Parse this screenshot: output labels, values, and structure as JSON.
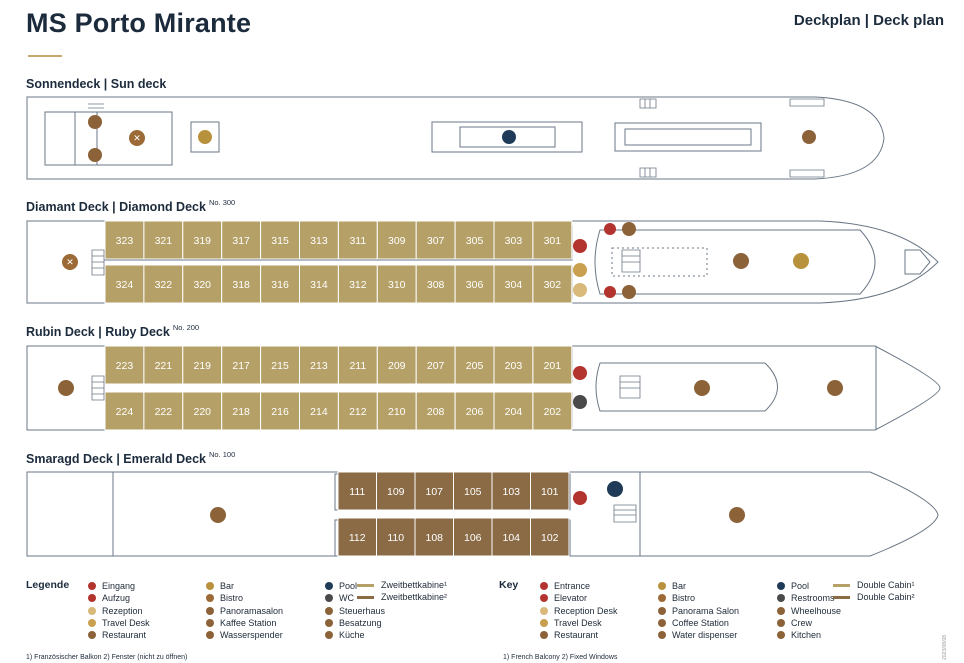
{
  "title": "MS Porto Mirante",
  "plan_label": "Deckplan | Deck plan",
  "decks": {
    "sun": {
      "title": "Sonnendeck | Sun deck",
      "number": ""
    },
    "diamond": {
      "title": "Diamant Deck | Diamond Deck",
      "number": "No. 300",
      "top": [
        "323",
        "321",
        "319",
        "317",
        "315",
        "313",
        "311",
        "309",
        "307",
        "305",
        "303",
        "301"
      ],
      "bottom": [
        "324",
        "322",
        "320",
        "318",
        "316",
        "314",
        "312",
        "310",
        "308",
        "306",
        "304",
        "302"
      ]
    },
    "ruby": {
      "title": "Rubin Deck | Ruby Deck",
      "number": "No. 200",
      "top": [
        "223",
        "221",
        "219",
        "217",
        "215",
        "213",
        "211",
        "209",
        "207",
        "205",
        "203",
        "201"
      ],
      "bottom": [
        "224",
        "222",
        "220",
        "218",
        "216",
        "214",
        "212",
        "210",
        "208",
        "206",
        "204",
        "202"
      ]
    },
    "emerald": {
      "title": "Smaragd Deck | Emerald Deck",
      "number": "No. 100",
      "top": [
        "111",
        "109",
        "107",
        "105",
        "103",
        "101"
      ],
      "bottom": [
        "112",
        "110",
        "108",
        "106",
        "104",
        "102"
      ]
    }
  },
  "legend_de": {
    "heading": "Legende",
    "items": [
      {
        "label": "Eingang",
        "color": "#b3342e",
        "icon": "entrance-icon"
      },
      {
        "label": "Aufzug",
        "color": "#b3342e",
        "icon": "elevator-icon"
      },
      {
        "label": "Rezeption",
        "color": "#d9b97a",
        "icon": "reception-icon"
      },
      {
        "label": "Travel Desk",
        "color": "#c8a050",
        "icon": "info-icon"
      },
      {
        "label": "Restaurant",
        "color": "#8c6238",
        "icon": "restaurant-icon"
      },
      {
        "label": "Bar",
        "color": "#b8913d",
        "icon": "bar-icon"
      },
      {
        "label": "Bistro",
        "color": "#9b6a36",
        "icon": "bistro-icon"
      },
      {
        "label": "Panoramasalon",
        "color": "#8c6238",
        "icon": "lounge-icon"
      },
      {
        "label": "Kaffee Station",
        "color": "#8c6238",
        "icon": "coffee-icon"
      },
      {
        "label": "Wasserspender",
        "color": "#8c6238",
        "icon": "water-icon"
      },
      {
        "label": "Pool",
        "color": "#1f3b57",
        "icon": "pool-icon"
      },
      {
        "label": "WC",
        "color": "#4a4a4a",
        "icon": "restroom-icon"
      },
      {
        "label": "Steuerhaus",
        "color": "#8c6238",
        "icon": "wheel-icon"
      },
      {
        "label": "Besatzung",
        "color": "#8c6238",
        "icon": "crew-icon"
      },
      {
        "label": "Küche",
        "color": "#8c6238",
        "icon": "kitchen-icon"
      }
    ],
    "cabins": [
      "Zweitbettkabine¹",
      "Zweitbettkabine²"
    ]
  },
  "legend_en": {
    "heading": "Key",
    "items": [
      {
        "label": "Entrance",
        "color": "#b3342e",
        "icon": "entrance-icon"
      },
      {
        "label": "Elevator",
        "color": "#b3342e",
        "icon": "elevator-icon"
      },
      {
        "label": "Reception Desk",
        "color": "#d9b97a",
        "icon": "reception-icon"
      },
      {
        "label": "Travel Desk",
        "color": "#c8a050",
        "icon": "info-icon"
      },
      {
        "label": "Restaurant",
        "color": "#8c6238",
        "icon": "restaurant-icon"
      },
      {
        "label": "Bar",
        "color": "#b8913d",
        "icon": "bar-icon"
      },
      {
        "label": "Bistro",
        "color": "#9b6a36",
        "icon": "bistro-icon"
      },
      {
        "label": "Panorama Salon",
        "color": "#8c6238",
        "icon": "lounge-icon"
      },
      {
        "label": "Coffee Station",
        "color": "#8c6238",
        "icon": "coffee-icon"
      },
      {
        "label": "Water dispenser",
        "color": "#8c6238",
        "icon": "water-icon"
      },
      {
        "label": "Pool",
        "color": "#1f3b57",
        "icon": "pool-icon"
      },
      {
        "label": "Restrooms",
        "color": "#4a4a4a",
        "icon": "restroom-icon"
      },
      {
        "label": "Wheelhouse",
        "color": "#8c6238",
        "icon": "wheel-icon"
      },
      {
        "label": "Crew",
        "color": "#8c6238",
        "icon": "crew-icon"
      },
      {
        "label": "Kitchen",
        "color": "#8c6238",
        "icon": "kitchen-icon"
      }
    ],
    "cabins": [
      "Double Cabin¹",
      "Double Cabin²"
    ]
  },
  "cabin_colors": {
    "type1": "#b5a067",
    "type2": "#8a6b45"
  },
  "footnote_de": "1) Französischer Balkon   2) Fenster (nicht zu öffnen)",
  "footnote_en": "1) French Balcony   2) Fixed Windows",
  "version": "2023/08/08"
}
